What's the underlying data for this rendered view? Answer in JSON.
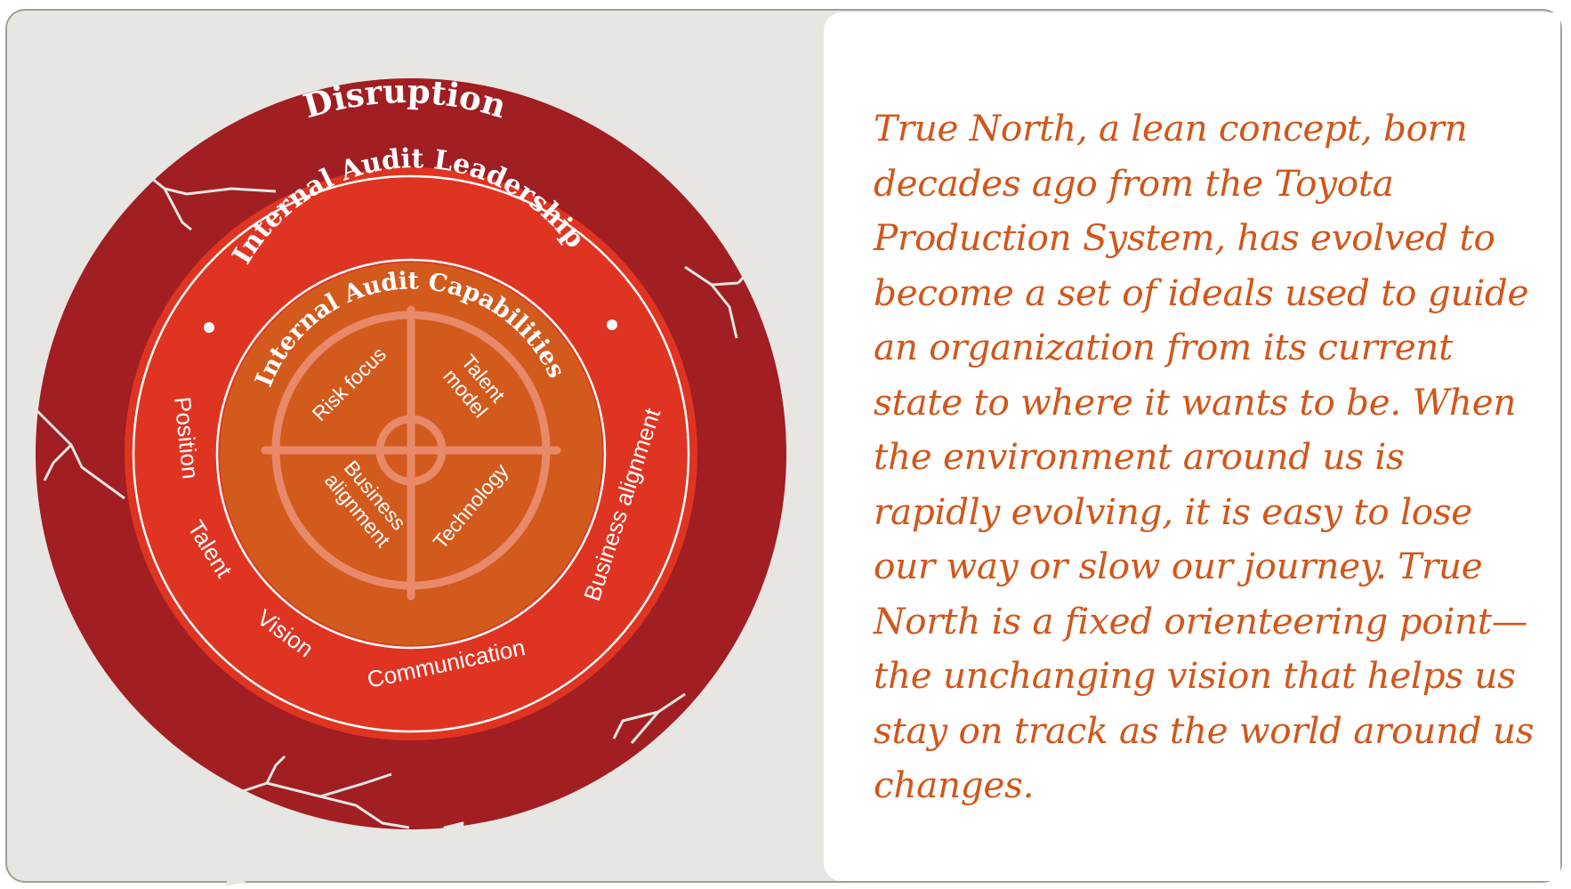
{
  "diagram": {
    "outer_ring_label": "Disruption",
    "middle_ring_label": "Internal Audit Leadership",
    "inner_ring_label": "Internal Audit Capabilities",
    "leadership_items": {
      "position": "Position",
      "talent": "Talent",
      "vision": "Vision",
      "communication": "Communication",
      "business_alignment": "Business alignment"
    },
    "quadrants": {
      "risk_focus": "Risk focus",
      "talent_line1": "Talent",
      "talent_line2": "model",
      "business_line1": "Business",
      "business_line2": "alignment",
      "technology": "Technology"
    },
    "colors": {
      "outer_ring": "#a11e22",
      "middle_ring": "#e03422",
      "inner_core": "#d35a1d",
      "crosshair": "#e8896a",
      "background": "#e8e6e2"
    }
  },
  "text_panel": {
    "paragraph": "True North, a lean concept, born decades ago from the Toyota Production System, has evolved to become a set of ideals used to guide an organization from its current state to where it wants to be. When the environment around us is rapidly evolving, it is easy to lose our way or slow our journey. True North is a fixed orienteering point—the unchanging vision that helps us stay on track as the world around us changes.",
    "color": "#d2561a"
  }
}
